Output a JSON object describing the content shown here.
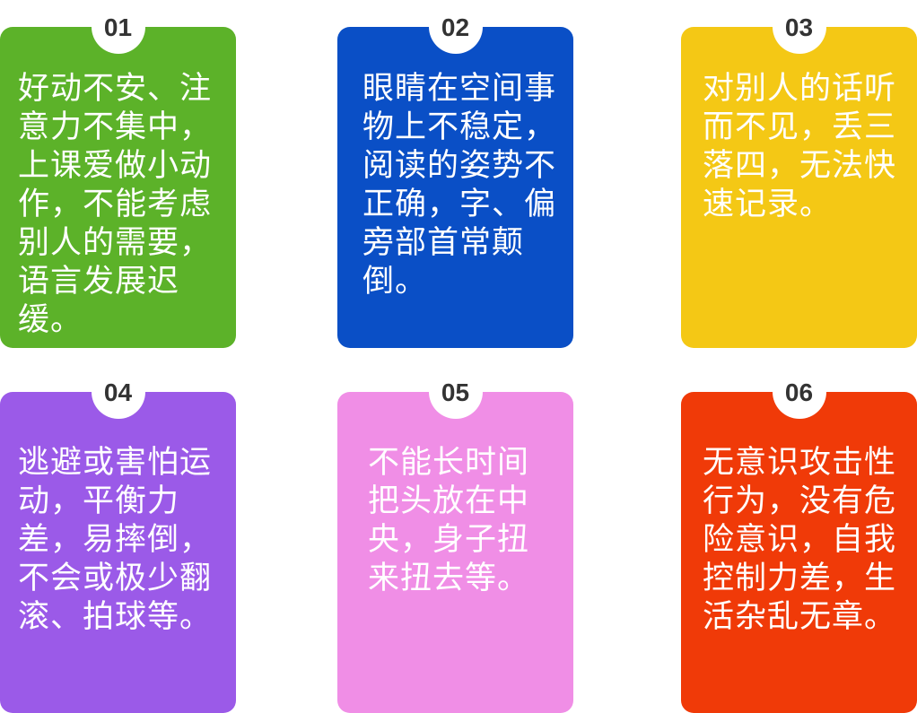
{
  "cards": [
    {
      "number": "01",
      "text": "好动不安、注意力不集中，上课爱做小动作，不能考虑别人的需要，语言发展迟缓。",
      "color": "#5cb229"
    },
    {
      "number": "02",
      "text": "眼睛在空间事物上不稳定，阅读的姿势不正确，字、偏旁部首常颠倒。",
      "color": "#0a4fc6"
    },
    {
      "number": "03",
      "text": "对别人的话听而不见，丢三落四，无法快速记录。",
      "color": "#f4c815"
    },
    {
      "number": "04",
      "text": "逃避或害怕运动，平衡力差，易摔倒，不会或极少翻滚、拍球等。",
      "color": "#9b5ae8"
    },
    {
      "number": "05",
      "text": "不能长时间把头放在中央，身子扭来扭去等。",
      "color": "#f08ee6"
    },
    {
      "number": "06",
      "text": "无意识攻击性行为，没有危险意识，自我控制力差，生活杂乱无章。",
      "color": "#f03a08"
    }
  ]
}
